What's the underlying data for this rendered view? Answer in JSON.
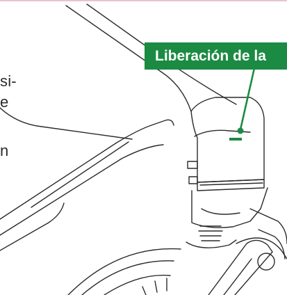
{
  "colors": {
    "accent": "#1b8a43",
    "top_rule": "#e6c6cf",
    "line": "#2a2a2a",
    "text": "#2b2b2b"
  },
  "callout": {
    "label": "Liberación de la"
  },
  "text_fragments": {
    "line1": "si-",
    "line2": "e",
    "line3": "n"
  }
}
